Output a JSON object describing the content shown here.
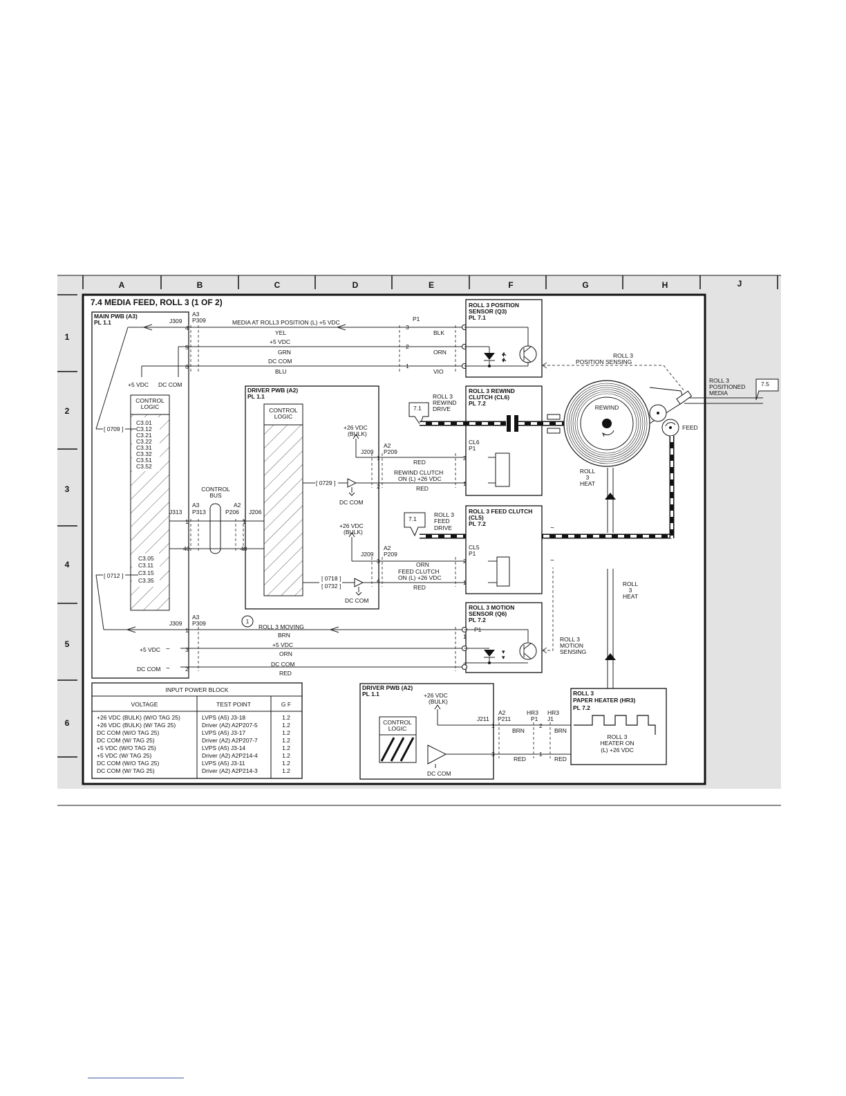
{
  "grid": {
    "columns": [
      "A",
      "B",
      "C",
      "D",
      "E",
      "F",
      "G",
      "H",
      "J"
    ],
    "rows": [
      "1",
      "2",
      "3",
      "4",
      "5",
      "6"
    ]
  },
  "title": "7.4  MEDIA FEED, ROLL 3 (1 OF 2)",
  "main_pwb": {
    "title": "MAIN PWB (A3)",
    "pl": "PL 1.1",
    "j309": "J309",
    "a3": "A3",
    "p309": "P309",
    "pin4": "4",
    "pin5": "5",
    "pin6": "6",
    "plus5": "+5 VDC",
    "dccom": "DC COM",
    "control_logic_1": "CONTROL",
    "control_logic_2": "LOGIC",
    "codes_top": [
      "C3.01",
      "C3.12",
      "C3.21",
      "C3.22",
      "C3.31",
      "C3.32",
      "C3.51",
      "C3.52"
    ],
    "codes_bottom": [
      "C3.05",
      "C3.11",
      "C3.15",
      "C3.35"
    ],
    "ref_0709": "[ 0709 ]",
    "ref_0712": "[ 0712 ]",
    "j313": "J313",
    "p313": "P313",
    "pin1": "1",
    "pin40": "40"
  },
  "control_bus": {
    "line1": "CONTROL",
    "line2": "BUS",
    "a2": "A2",
    "p206": "P206",
    "j206": "J206",
    "pin1": "1",
    "pin40": "40"
  },
  "top_signals": {
    "media_at_roll3": "MEDIA AT ROLL3 POSITION (L) +5 VDC",
    "yel": "YEL",
    "plus5": "+5 VDC",
    "grn": "GRN",
    "dccom": "DC COM",
    "blu": "BLU",
    "p1": "P1",
    "pin3": "3",
    "pin2": "2",
    "pin1": "1",
    "blk": "BLK",
    "orn": "ORN",
    "vio": "VIO"
  },
  "position_sensor": {
    "line1": "ROLL 3 POSITION",
    "line2": "SENSOR (Q3)",
    "line3": "PL 7.1"
  },
  "position_sensing": {
    "line1": "ROLL 3",
    "line2": "POSITION SENSING"
  },
  "positioned_media": {
    "line1": "ROLL 3",
    "line2": "POSITIONED",
    "line3": "MEDIA",
    "ref": "7.5"
  },
  "driver_pwb": {
    "title": "DRIVER PWB (A2)",
    "pl": "PL 1.1",
    "cl1": "CONTROL",
    "cl2": "LOGIC",
    "p26_top_1": "+26 VDC",
    "p26_top_2": "(BULK)",
    "j209": "J209",
    "a2": "A2",
    "p209": "P209",
    "ref_0729": "[ 0729 ]",
    "dccom_1": "DC COM",
    "p26_bot_1": "+26 VDC",
    "p26_bot_2": "(BULK)",
    "ref_0718": "[ 0718 ]",
    "ref_0732": "[ 0732 ]",
    "dccom_2": "DC COM",
    "pin1": "1",
    "pin2": "2",
    "pin3": "3",
    "pin4": "4"
  },
  "rewind": {
    "red1": "RED",
    "sig1": "REWIND CLUTCH",
    "sig2": "ON (L) +26 VDC",
    "red2": "RED",
    "drive_ref": "7.1",
    "drive1": "ROLL 3",
    "drive2": "REWIND",
    "drive3": "DRIVE",
    "clutch1": "ROLL 3 REWIND",
    "clutch2": "CLUTCH (CL6)",
    "clutch3": "PL 7.2",
    "cl": "CL6",
    "p1": "P1",
    "pin2": "2",
    "pin1": "1",
    "label": "REWIND"
  },
  "feed": {
    "orn": "ORN",
    "sig1": "FEED CLUTCH",
    "sig2": "ON (L) +26 VDC",
    "red": "RED",
    "drive_ref": "7.1",
    "drive1": "ROLL 3",
    "drive2": "FEED",
    "drive3": "DRIVE",
    "clutch1": "ROLL 3 FEED CLUTCH",
    "clutch2": "(CL5)",
    "clutch3": "PL 7.2",
    "cl": "CL5",
    "p1": "P1",
    "pin2": "2",
    "pin1": "1",
    "label": "FEED"
  },
  "roll_heat_1": {
    "l1": "ROLL",
    "l2": "3",
    "l3": "HEAT"
  },
  "roll_heat_2": {
    "l1": "ROLL",
    "l2": "3",
    "l3": "HEAT"
  },
  "motion": {
    "a3": "A3",
    "j309": "J309",
    "p309": "P309",
    "tag": "1",
    "moving": "ROLL 3 MOVING",
    "brn": "BRN",
    "plus5": "+5 VDC",
    "orn": "ORN",
    "dccom": "DC COM",
    "red": "RED",
    "plus5_left": "+5 VDC",
    "dccom_left": "DC COM",
    "pin1": "1",
    "pin3": "3",
    "pin2": "2",
    "sensor1": "ROLL 3 MOTION",
    "sensor2": "SENSOR (Q6)",
    "sensor3": "PL 7.2",
    "p1": "P1",
    "sensing1": "ROLL 3",
    "sensing2": "MOTION",
    "sensing3": "SENSING"
  },
  "power_block": {
    "title": "INPUT POWER BLOCK",
    "headers": [
      "VOLTAGE",
      "TEST POINT",
      "G F"
    ],
    "rows": [
      [
        "+26 VDC (BULK) (W/O TAG 25)",
        "LVPS (A5) J3-18",
        "1.2"
      ],
      [
        "+26 VDC (BULK) (W/ TAG 25)",
        "Driver (A2) A2P207-5",
        "1.2"
      ],
      [
        "DC COM (W/O TAG 25)",
        "LVPS (A5) J3-17",
        "1.2"
      ],
      [
        "DC COM (W/ TAG 25)",
        "Driver (A2) A2P207-7",
        "1.2"
      ],
      [
        "+5 VDC (W/O TAG 25)",
        "LVPS (A5) J3-14",
        "1.2"
      ],
      [
        "+5 VDC (W/ TAG 25)",
        "Driver (A2) A2P214-4",
        "1.2"
      ],
      [
        "DC COM (W/O TAG 25)",
        "LVPS (A5) J3-11",
        "1.2"
      ],
      [
        "DC COM (W/ TAG 25)",
        "Driver (A2) A2P214-3",
        "1.2"
      ]
    ]
  },
  "driver_pwb_2": {
    "title": "DRIVER PWB (A2)",
    "pl": "PL 1.1",
    "cl1": "CONTROL",
    "cl2": "LOGIC",
    "p26_1": "+26 VDC",
    "p26_2": "(BULK)",
    "j211": "J211",
    "a2": "A2",
    "p211": "P211",
    "pin1": "1",
    "pin3": "3",
    "dccom": "DC COM"
  },
  "heater": {
    "hr3_p1_a": "HR3",
    "hr3_p1_b": "P1",
    "hr3_j1_a": "HR3",
    "hr3_j1_b": "J1",
    "brn1": "BRN",
    "brn2": "BRN",
    "red1": "RED",
    "red2": "RED",
    "pin2": "2",
    "pin1": "1",
    "title1": "ROLL 3",
    "title2": "PAPER HEATER (HR3)",
    "title3": "PL 7.2",
    "sig1": "ROLL 3",
    "sig2": "HEATER ON",
    "sig3": "(L) +26 VDC"
  }
}
